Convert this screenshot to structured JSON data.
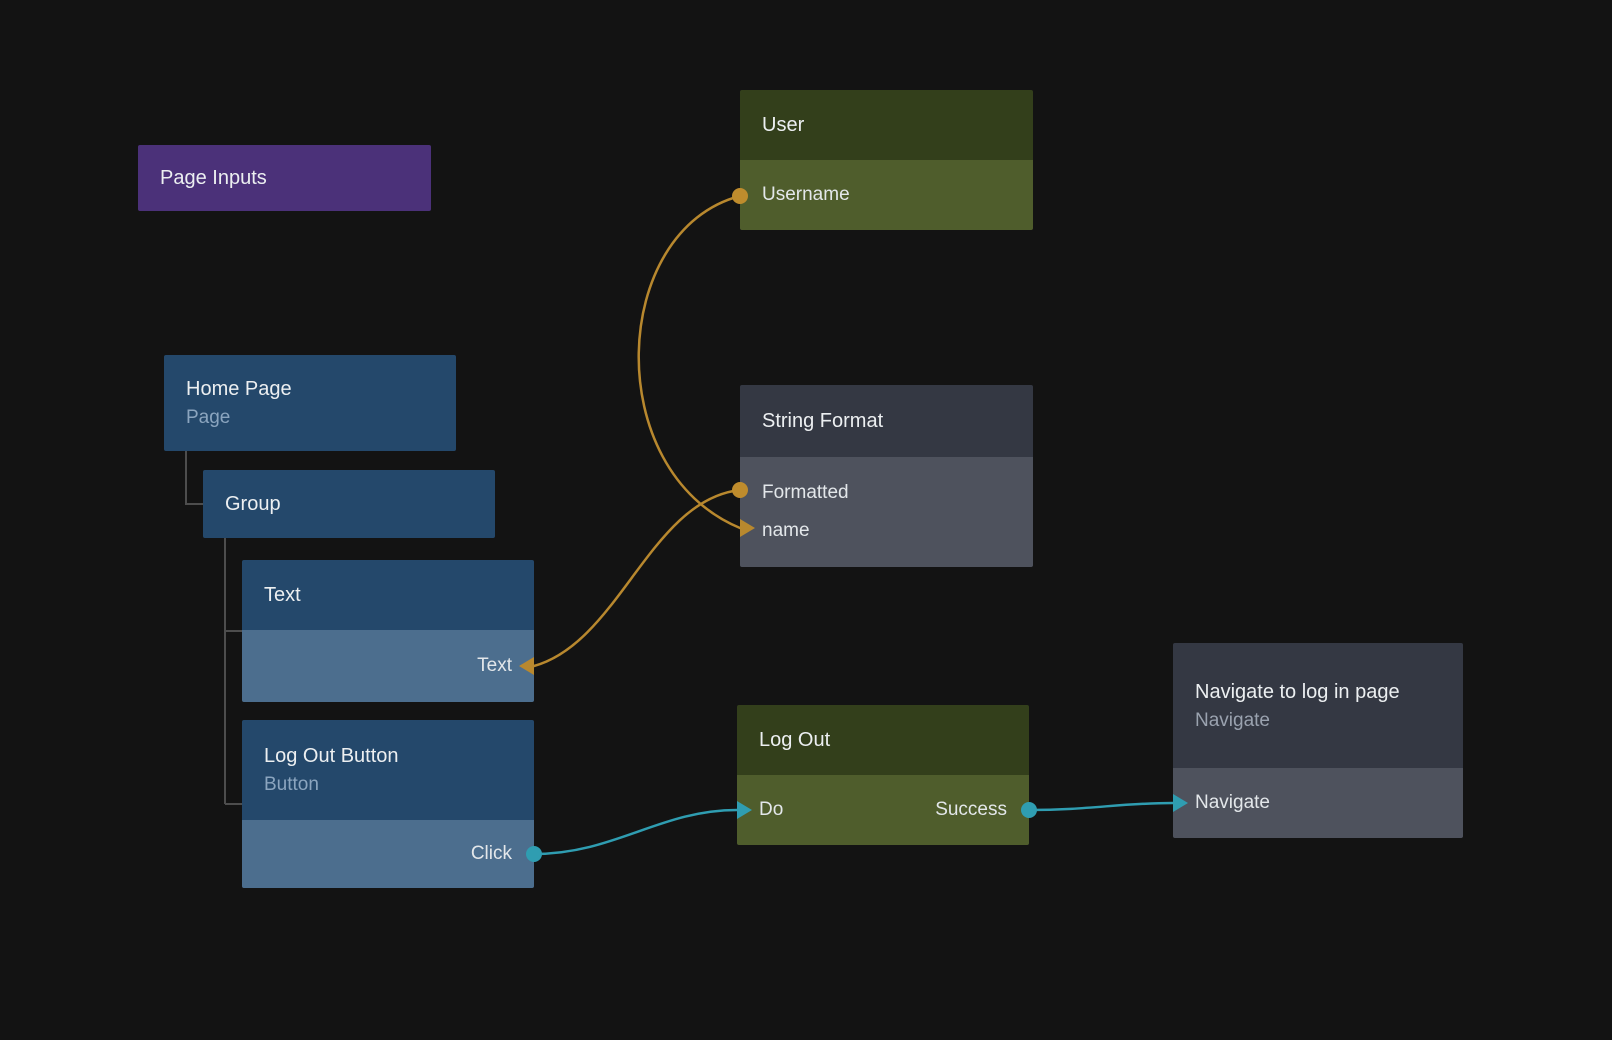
{
  "app": {
    "type": "node-graph-canvas",
    "background": "#131313"
  },
  "colors": {
    "purple_node": "#4b3179",
    "blue_node_header": "#24486b",
    "blue_node_row": "#4c6e8e",
    "green_node_header": "#333f1b",
    "green_node_row": "#4f5d2c",
    "gray_node_header": "#343843",
    "gray_node_row": "#4e525d",
    "connection_gold": "#b8882e",
    "connection_teal": "#2f9db1",
    "tree_line": "#4d4d4d"
  },
  "nodes": {
    "page_inputs": {
      "title": "Page Inputs"
    },
    "user": {
      "title": "User",
      "username_port": "Username"
    },
    "home_page": {
      "title": "Home Page",
      "subtitle": "Page"
    },
    "group": {
      "title": "Group"
    },
    "text": {
      "title": "Text",
      "text_port": "Text"
    },
    "log_out_button": {
      "title": "Log Out Button",
      "subtitle": "Button",
      "click_port": "Click"
    },
    "string_format": {
      "title": "String Format",
      "formatted_port": "Formatted",
      "name_port": "name"
    },
    "log_out": {
      "title": "Log Out",
      "do_port": "Do",
      "success_port": "Success"
    },
    "navigate_to_login": {
      "title": "Navigate to log in page",
      "subtitle": "Navigate",
      "navigate_port": "Navigate"
    }
  },
  "connections": [
    {
      "from": "User.Username",
      "to": "String Format.name",
      "color": "#b8882e"
    },
    {
      "from": "String Format.Formatted",
      "to": "Text.Text",
      "color": "#b8882e"
    },
    {
      "from": "Log Out Button.Click",
      "to": "Log Out.Do",
      "color": "#2f9db1"
    },
    {
      "from": "Log Out.Success",
      "to": "Navigate to log in page.Navigate",
      "color": "#2f9db1"
    }
  ]
}
